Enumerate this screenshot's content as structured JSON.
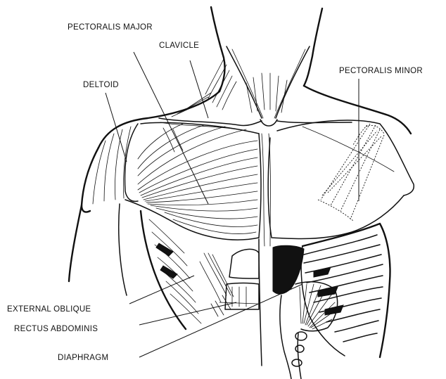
{
  "labels": {
    "pectoralis_major": "PECTORALIS MAJOR",
    "clavicle": "CLAVICLE",
    "pectoralis_minor": "PECTORALIS MINOR",
    "deltoid": "DELTOID",
    "external_oblique": "EXTERNAL OBLIQUE",
    "rectus_abdominis": "RECTUS ABDOMINIS",
    "diaphragm": "DIAPHRAGM"
  }
}
